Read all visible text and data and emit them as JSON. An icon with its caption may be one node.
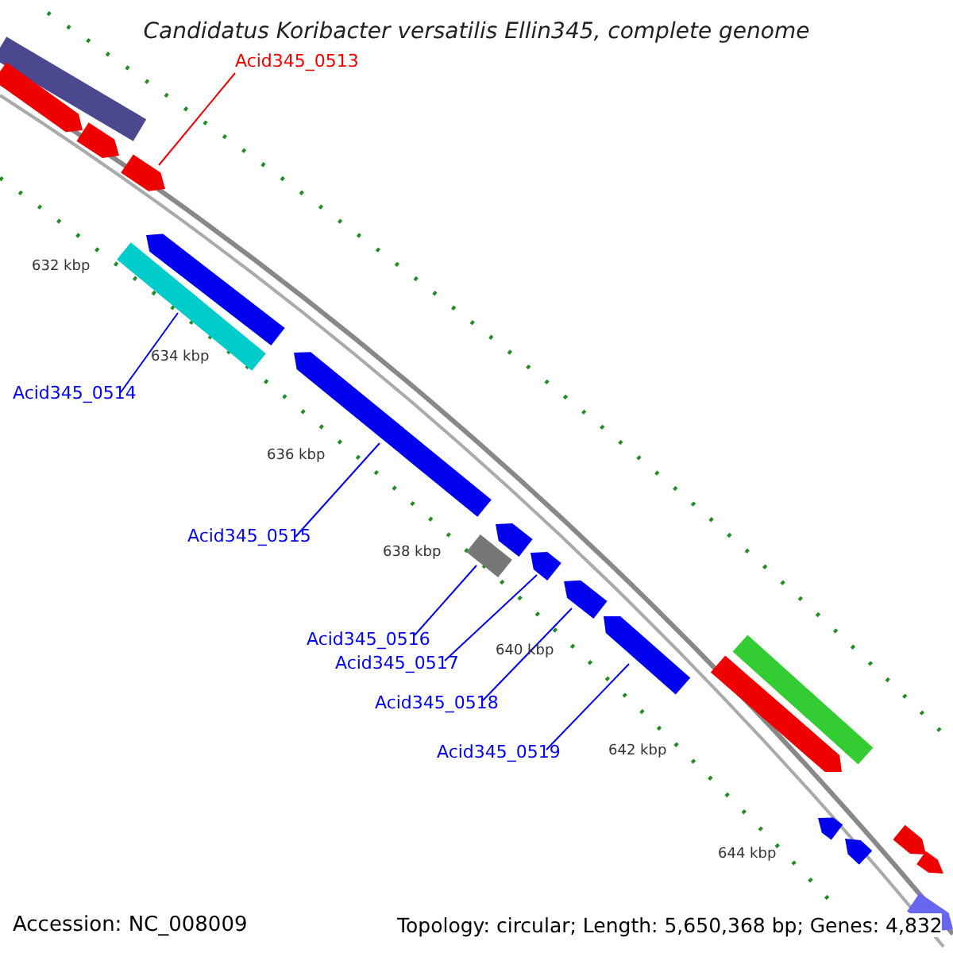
{
  "diagram": {
    "title": "Candidatus Koribacter versatilis Ellin345, complete genome",
    "nodes": [
      {
        "text": [
          "Acid345_0513"
        ]
      },
      {
        "text": [],
        "shape": "bar"
      },
      {
        "text": [
          "Acid345_0514"
        ]
      },
      {
        "text": [],
        "shape": "bar"
      },
      {
        "text": [
          "Acid345_0515"
        ]
      },
      {
        "text": [],
        "shape": "bar"
      },
      {
        "text": [
          "Acid345_0516"
        ]
      },
      {
        "text": [],
        "shape": "bar"
      },
      {
        "text": [
          "Acid345_0517"
        ]
      },
      {
        "text": [],
        "shape": "bar"
      },
      {
        "text": [
          "Acid345_0518"
        ]
      },
      {
        "text": [],
        "shape": "bar"
      },
      {
        "text": [
          "Acid345_0519"
        ]
      },
      {
        "text": [],
        "shape": "bar"
      },
      {
        "text": [],
        "shape": "bar"
      },
      {
        "text": [],
        "shape": "bar"
      },
      {
        "text": [],
        "shape": "bar"
      },
      {
        "text": [],
        "shape": "bar"
      },
      {
        "text": [],
        "shape": "bar"
      },
      {
        "text": [],
        "shape": "bar"
      },
      {
        "text": [],
        "shape": "bar"
      },
      {
        "text": [],
        "shape": "bar"
      },
      {
        "text": [],
        "shape": "bar"
      },
      {
        "text": [],
        "shape": "bar"
      },
      {
        "text": [],
        "shape": "bar"
      },
      {
        "text": [],
        "shape": "bar"
      }
    ],
    "edges": [
      {
        "from": 0,
        "to": 1,
        "arrow": "none",
        "color": "#ee0000"
      },
      {
        "from": 2,
        "to": 3,
        "arrow": "none"
      },
      {
        "from": 4,
        "to": 5,
        "arrow": "none"
      },
      {
        "from": 6,
        "to": 7,
        "arrow": "none"
      },
      {
        "from": 8,
        "to": 9,
        "arrow": "none"
      },
      {
        "from": 10,
        "to": 11,
        "arrow": "none"
      },
      {
        "from": 12,
        "to": 13,
        "arrow": "none"
      }
    ],
    "labels": [
      "632 kbp",
      "634 kbp",
      "636 kbp",
      "638 kbp",
      "640 kbp",
      "642 kbp",
      "644 kbp",
      "Accession: NC_008009",
      "Topology: circular; Length: 5,650,368 bp; Genes: 4,832"
    ]
  }
}
